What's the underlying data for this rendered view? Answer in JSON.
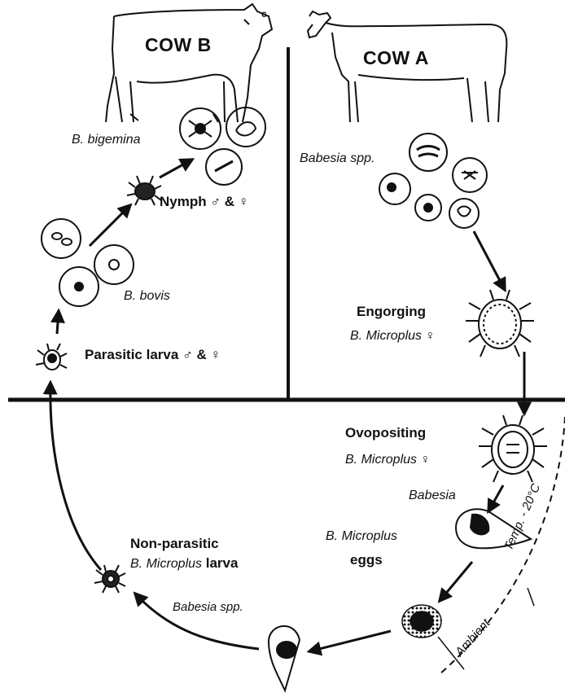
{
  "cow_b": {
    "title": "COW B",
    "corner_mark": "c"
  },
  "cow_a": {
    "title": "COW A"
  },
  "labels": {
    "b_bigemina": "B. bigemina",
    "nymph": "Nymph ♂ & ♀",
    "b_bovis": "B. bovis",
    "parasitic_larva": "Parasitic larva ♂ & ♀",
    "babesia_spp_top": "Babesia spp.",
    "engorging": "Engorging",
    "b_microplus_engorging": "B. Microplus ♀",
    "ovopositing": "Ovopositing",
    "b_microplus_ovopositing": "B. Microplus ♀",
    "babesia": "Babesia",
    "b_microplus_eggs_1": "B. Microplus",
    "b_microplus_eggs_2": "eggs",
    "non_parasitic": "Non-parasitic",
    "non_parasitic_2a": "B. Microplus",
    "non_parasitic_2b": " larva",
    "babesia_spp_bottom": "Babesia spp.",
    "temp": "Temp. - 20°C",
    "ambient": "Ambient"
  },
  "colors": {
    "ink": "#111111",
    "background": "#ffffff"
  }
}
